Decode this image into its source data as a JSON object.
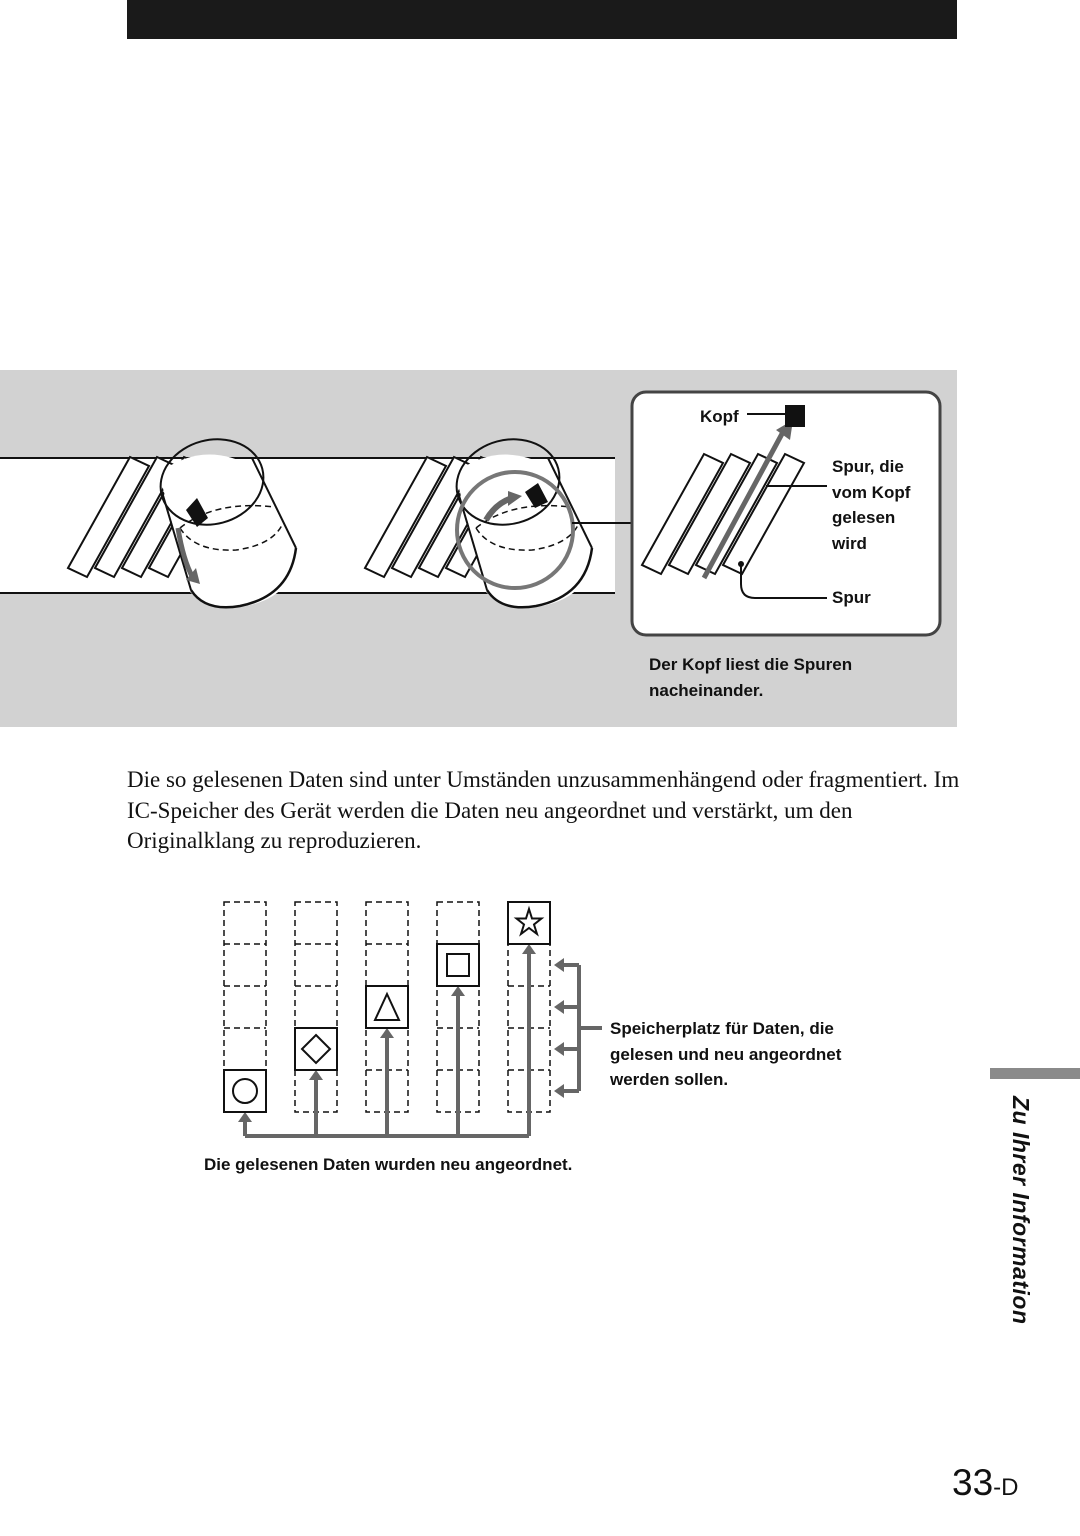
{
  "figure1": {
    "label_kopf": "Kopf",
    "label_spur_gelesen": [
      "Spur, die",
      "vom Kopf",
      "gelesen",
      "wird"
    ],
    "label_spur": "Spur",
    "caption": [
      "Der Kopf liest die Spuren",
      "nacheinander."
    ]
  },
  "body_text": "Die so gelesenen Daten sind unter Umständen unzusammenhängend oder fragmentiert. Im IC-Speicher des Gerät werden die Daten neu angeordnet und verstärkt, um den Originalklang zu reproduzieren.",
  "figure2": {
    "label_speicherplatz": [
      "Speicherplatz für Daten, die",
      "gelesen und neu angeordnet",
      "werden sollen."
    ],
    "caption": "Die gelesenen Daten wurden neu angeordnet.",
    "symbols": [
      "circle",
      "diamond",
      "triangle",
      "square",
      "star"
    ]
  },
  "side_tab": "Zu Ihrer Information",
  "page_number": {
    "main": "33",
    "suffix": "-D"
  }
}
